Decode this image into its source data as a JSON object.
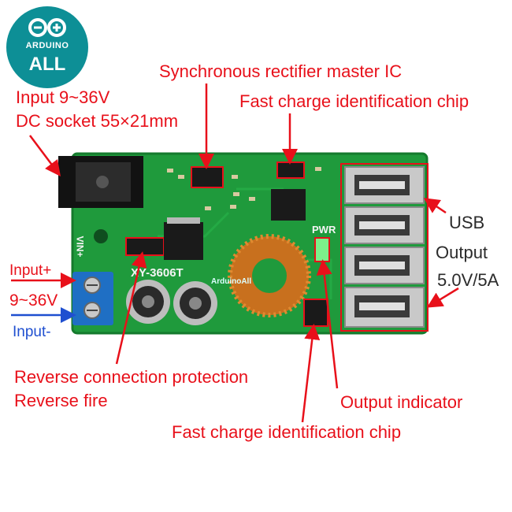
{
  "logo": {
    "brand": "ARDUINO",
    "badge": "ALL"
  },
  "labels": {
    "input_range": "Input 9~36V",
    "dc_socket": "DC socket 55×21mm",
    "sync_rectifier": "Synchronous rectifier master IC",
    "fast_charge_top": "Fast charge identification chip",
    "usb": "USB",
    "output": "Output",
    "output_rating": "5.0V/5A",
    "input_plus": "Input+",
    "input_voltage": "9~36V",
    "input_minus": "Input-",
    "reverse_protection": "Reverse connection protection",
    "reverse_fire": "Reverse fire",
    "output_indicator": "Output indicator",
    "fast_charge_bottom": "Fast charge identification chip"
  },
  "board": {
    "model": "XY-3606T",
    "pwr_silk": "PWR",
    "vin_silk": "VIN+",
    "watermark": "ArduinoAll",
    "port_count": 4
  },
  "colors": {
    "annotation": "#e8101a",
    "pcb": "#1f9a3c",
    "logo": "#0d8f96",
    "terminal": "#1f6fc4"
  }
}
